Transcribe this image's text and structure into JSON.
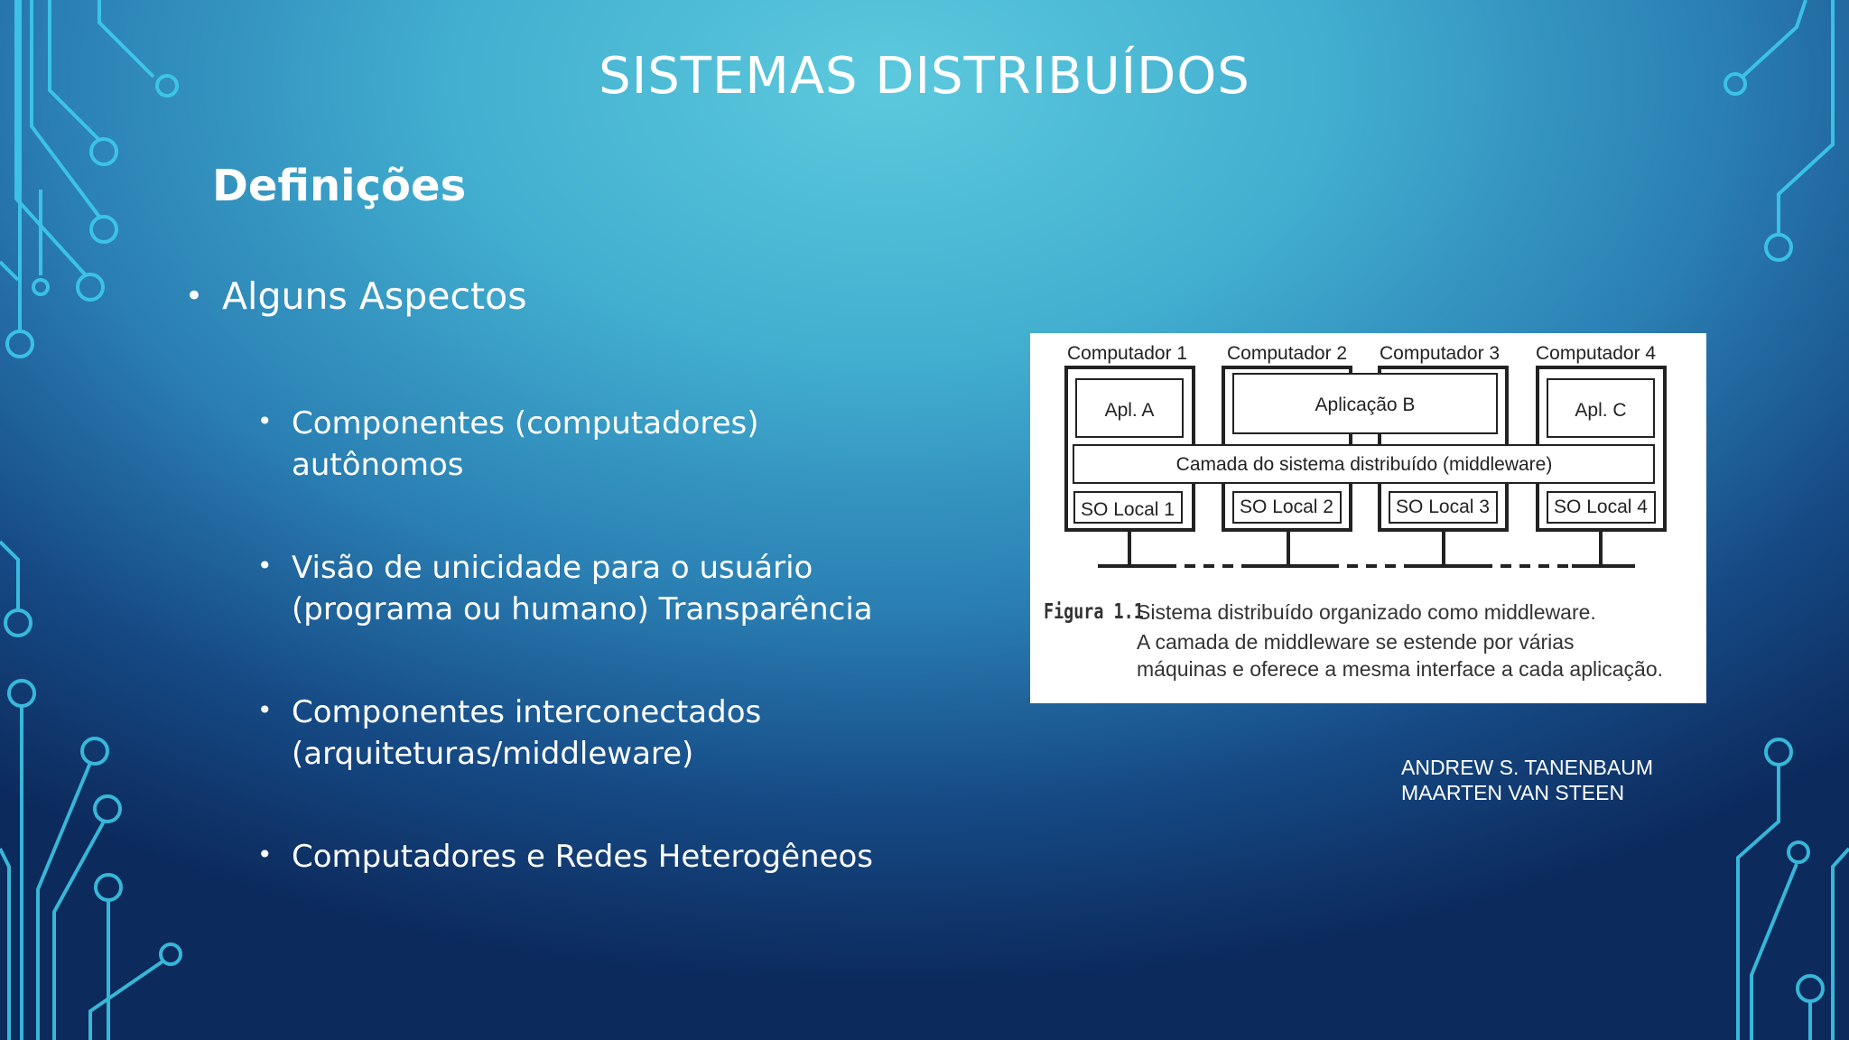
{
  "slide": {
    "title": "SISTEMAS DISTRIBUÍDOS",
    "heading": "Definições",
    "bullet": "Alguns Aspectos",
    "sub_bullets": [
      {
        "lines": [
          "Componentes (computadores)",
          "autônomos"
        ]
      },
      {
        "lines": [
          "Visão de unicidade para o usuário",
          "(programa ou humano) Transparência"
        ]
      },
      {
        "lines": [
          "Componentes interconectados",
          "(arquiteturas/middleware)"
        ]
      },
      {
        "lines": [
          "Computadores e Redes Heterogêneos"
        ]
      }
    ]
  },
  "figure": {
    "computers": [
      "Computador 1",
      "Computador 2",
      "Computador 3",
      "Computador 4"
    ],
    "apps": [
      "Apl. A",
      "Aplicação B",
      "Apl. C"
    ],
    "middleware": "Camada do sistema distribuído (middleware)",
    "local_os": [
      "SO Local 1",
      "SO Local 2",
      "SO Local 3",
      "SO Local 4"
    ],
    "caption_label": "Figura 1.1",
    "caption_lines": [
      "Sistema distribuído organizado como middleware.",
      "A camada de middleware se estende por várias",
      "máquinas e oferece a mesma interface a cada aplicação."
    ]
  },
  "authors": [
    "ANDREW S. TANENBAUM",
    "MAARTEN VAN STEEN"
  ],
  "colors": {
    "background_top": "#5cc9dd",
    "background_bottom": "#0c2a5c",
    "circuit": "#3fd0ee",
    "text": "#ffffff"
  }
}
